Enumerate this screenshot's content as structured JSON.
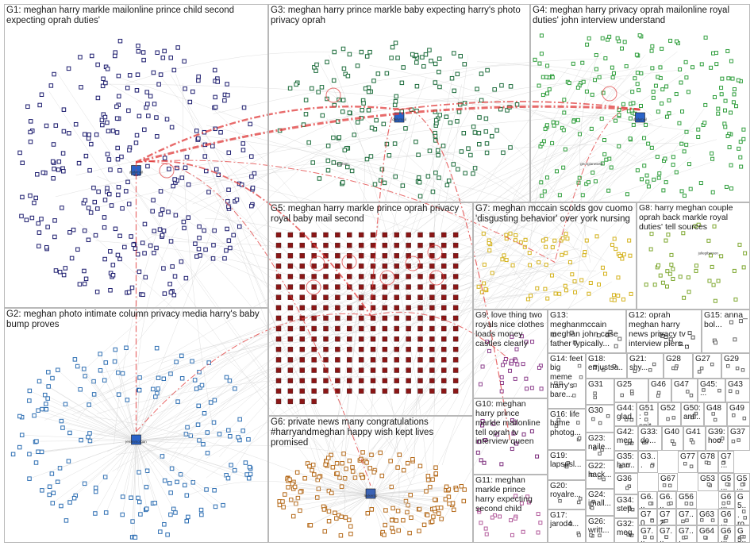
{
  "graph": {
    "groups": [
      {
        "id": "G1",
        "label": "G1: meghan harry markle mailonline prince child second expecting oprah duties'",
        "color": "#1c1c6e",
        "layout": "disc",
        "count": 300
      },
      {
        "id": "G2",
        "label": "G2: meghan photo intimate column privacy media harry's baby bump proves",
        "color": "#2e6fb3",
        "layout": "radial",
        "count": 170
      },
      {
        "id": "G3",
        "label": "G3: meghan harry prince markle baby expecting harry's photo privacy oprah",
        "color": "#1b6b3a",
        "layout": "disc",
        "count": 180
      },
      {
        "id": "G4",
        "label": "G4: meghan harry privacy oprah mailonline royal duties' john interview understand",
        "color": "#2f9e3c",
        "layout": "spread",
        "count": 220
      },
      {
        "id": "G5",
        "label": "G5: meghan harry markle prince oprah privacy royal baby mail second",
        "color": "#8b1616",
        "layout": "grid",
        "count": 260
      },
      {
        "id": "G6",
        "label": "G6: private news many congratulations #harryandmeghan happy wish kept lives promised",
        "color": "#b56a1a",
        "layout": "radial",
        "count": 160
      },
      {
        "id": "G7",
        "label": "G7: meghan mccain scolds gov cuomo 'disgusting behavior' over york nursing",
        "color": "#d4b21c",
        "layout": "spread",
        "count": 80
      },
      {
        "id": "G8",
        "label": "G8: harry meghan couple oprah back markle royal duties' tell sources",
        "color": "#7da72e",
        "layout": "spread",
        "count": 40
      },
      {
        "id": "G9",
        "label": "G9: love thing two royals nice clothes loads money castles clearly",
        "color": "#8c3f8c",
        "layout": "spread",
        "count": 30
      },
      {
        "id": "G10",
        "label": "G10: meghan harry prince markle mailonline tell oprah tv interview queen",
        "color": "#7a2a7a",
        "layout": "spread",
        "count": 18
      },
      {
        "id": "G11",
        "label": "G11: meghan markle prince harry expecting second child",
        "color": "#b35c9c",
        "layout": "spread",
        "count": 20
      },
      {
        "id": "G12",
        "label": "G12: oprah meghan harry news privacy tv interview piers...",
        "color": "#555555",
        "layout": "spread",
        "count": 8
      },
      {
        "id": "G13",
        "label": "G13: meghanmccain meghan john case father typically...",
        "color": "#666666",
        "layout": "spread",
        "count": 8
      },
      {
        "id": "G14",
        "label": "G14: feet big meme harry's bare...",
        "color": "#777777",
        "layout": "spread",
        "count": 6
      },
      {
        "id": "G15",
        "label": "G15: anna_ bol...",
        "color": "#666666",
        "layout": "spread",
        "count": 5
      },
      {
        "id": "G16",
        "label": "G16: life bame photog...",
        "color": "#666666",
        "layout": "spread",
        "count": 5
      },
      {
        "id": "G17",
        "label": "G17: jarod4...",
        "color": "#666666",
        "layout": "spread",
        "count": 3
      },
      {
        "id": "G18",
        "label": "G18: errjustsa...",
        "color": "#666666",
        "layout": "spread",
        "count": 4
      },
      {
        "id": "G19",
        "label": "G19: lapsusl...",
        "color": "#666666",
        "layout": "spread",
        "count": 3
      },
      {
        "id": "G20",
        "label": "G20: royalre...",
        "color": "#666666",
        "layout": "spread",
        "count": 3
      },
      {
        "id": "G21",
        "label": "G21: shy...",
        "color": "#666666",
        "layout": "spread",
        "count": 3
      },
      {
        "id": "G22",
        "label": "G22: hack...",
        "color": "#666666",
        "layout": "spread",
        "count": 3
      },
      {
        "id": "G23",
        "label": "G23: naile...",
        "color": "#666666",
        "layout": "spread",
        "count": 3
      },
      {
        "id": "G24",
        "label": "G24: imall...",
        "color": "#666666",
        "layout": "spread",
        "count": 3
      },
      {
        "id": "G25",
        "label": "G25",
        "color": "#666666",
        "layout": "spread",
        "count": 3
      },
      {
        "id": "G26",
        "label": "G26: writt...",
        "color": "#666666",
        "layout": "spread",
        "count": 3
      },
      {
        "id": "G27",
        "label": "G27",
        "color": "#666666",
        "layout": "spread",
        "count": 3
      },
      {
        "id": "G28",
        "label": "G28",
        "color": "#666666",
        "layout": "spread",
        "count": 3
      },
      {
        "id": "G29",
        "label": "G29",
        "color": "#666666",
        "layout": "spread",
        "count": 3
      },
      {
        "id": "G30",
        "label": "G30",
        "color": "#666666",
        "layout": "spread",
        "count": 3
      },
      {
        "id": "G31",
        "label": "G31",
        "color": "#666666",
        "layout": "spread",
        "count": 2
      },
      {
        "id": "G32",
        "label": "G32: meg...",
        "color": "#666666",
        "layout": "spread",
        "count": 2
      },
      {
        "id": "G33",
        "label": "G33: do...",
        "color": "#666666",
        "layout": "spread",
        "count": 2
      },
      {
        "id": "G34",
        "label": "G34: step...",
        "color": "#666666",
        "layout": "spread",
        "count": 2
      },
      {
        "id": "G35",
        "label": "G35: harr...",
        "color": "#666666",
        "layout": "spread",
        "count": 2
      },
      {
        "id": "G36",
        "label": "G36",
        "color": "#666666",
        "layout": "spread",
        "count": 2
      },
      {
        "id": "G37",
        "label": "G37",
        "color": "#666666",
        "layout": "spread",
        "count": 2
      },
      {
        "id": "G38",
        "label": "G3... wo...",
        "color": "#666666",
        "layout": "spread",
        "count": 2
      },
      {
        "id": "G39",
        "label": "G39: hoo...",
        "color": "#666666",
        "layout": "spread",
        "count": 2
      },
      {
        "id": "G40",
        "label": "G40",
        "color": "#666666",
        "layout": "spread",
        "count": 2
      },
      {
        "id": "G41",
        "label": "G41",
        "color": "#666666",
        "layout": "spread",
        "count": 2
      },
      {
        "id": "G42",
        "label": "G42: meg...",
        "color": "#666666",
        "layout": "spread",
        "count": 2
      },
      {
        "id": "G43",
        "label": "G43",
        "color": "#666666",
        "layout": "spread",
        "count": 2
      },
      {
        "id": "G44",
        "label": "G44: glad...",
        "color": "#666666",
        "layout": "spread",
        "count": 2
      },
      {
        "id": "G45",
        "label": "G45: ...",
        "color": "#666666",
        "layout": "spread",
        "count": 2
      },
      {
        "id": "G46",
        "label": "G46",
        "color": "#666666",
        "layout": "spread",
        "count": 2
      },
      {
        "id": "G47",
        "label": "G47",
        "color": "#666666",
        "layout": "spread",
        "count": 2
      },
      {
        "id": "G48",
        "label": "G48",
        "color": "#666666",
        "layout": "spread",
        "count": 2
      },
      {
        "id": "G49",
        "label": "G49",
        "color": "#666666",
        "layout": "spread",
        "count": 2
      },
      {
        "id": "G50",
        "label": "G50: anti...",
        "color": "#666666",
        "layout": "spread",
        "count": 2
      },
      {
        "id": "G51",
        "label": "G51: spit...",
        "color": "#666666",
        "layout": "spread",
        "count": 2
      },
      {
        "id": "G52",
        "label": "G52",
        "color": "#666666",
        "layout": "spread",
        "count": 2
      },
      {
        "id": "G53",
        "label": "G53",
        "color": "#666666",
        "layout": "spread",
        "count": 2
      },
      {
        "id": "G54",
        "label": "G5...",
        "color": "#666666",
        "layout": "spread",
        "count": 2
      },
      {
        "id": "G55",
        "label": "G5...",
        "color": "#666666",
        "layout": "spread",
        "count": 2
      },
      {
        "id": "G56",
        "label": "G56",
        "color": "#666666",
        "layout": "spread",
        "count": 2
      },
      {
        "id": "G57",
        "label": "G5... ro...",
        "color": "#666666",
        "layout": "spread",
        "count": 2
      },
      {
        "id": "G58",
        "label": "G5... ti...",
        "color": "#666666",
        "layout": "spread",
        "count": 2
      },
      {
        "id": "G60",
        "label": "G6... wa...",
        "color": "#666666",
        "layout": "spread",
        "count": 2
      },
      {
        "id": "G61",
        "label": "G6...",
        "color": "#666666",
        "layout": "spread",
        "count": 2
      },
      {
        "id": "G62",
        "label": "G6...",
        "color": "#666666",
        "layout": "spread",
        "count": 2
      },
      {
        "id": "G63",
        "label": "G63",
        "color": "#666666",
        "layout": "spread",
        "count": 2
      },
      {
        "id": "G64",
        "label": "G64",
        "color": "#666666",
        "layout": "spread",
        "count": 2
      },
      {
        "id": "G65",
        "label": "G6...",
        "color": "#666666",
        "layout": "spread",
        "count": 2
      },
      {
        "id": "G66",
        "label": "G6...",
        "color": "#666666",
        "layout": "spread",
        "count": 2
      },
      {
        "id": "G67",
        "label": "G67",
        "color": "#666666",
        "layout": "spread",
        "count": 2
      },
      {
        "id": "G70",
        "label": "G70",
        "color": "#666666",
        "layout": "spread",
        "count": 2
      },
      {
        "id": "G71",
        "label": "G7...",
        "color": "#666666",
        "layout": "spread",
        "count": 2
      },
      {
        "id": "G72",
        "label": "G72",
        "color": "#666666",
        "layout": "spread",
        "count": 2
      },
      {
        "id": "G73",
        "label": "G7...",
        "color": "#666666",
        "layout": "spread",
        "count": 2
      },
      {
        "id": "G74",
        "label": "G7...",
        "color": "#666666",
        "layout": "spread",
        "count": 2
      },
      {
        "id": "G75",
        "label": "G7...",
        "color": "#666666",
        "layout": "spread",
        "count": 2
      },
      {
        "id": "G76",
        "label": "G7...",
        "color": "#666666",
        "layout": "spread",
        "count": 2
      },
      {
        "id": "G77",
        "label": "G77",
        "color": "#666666",
        "layout": "spread",
        "count": 2
      },
      {
        "id": "G78",
        "label": "G78",
        "color": "#666666",
        "layout": "spread",
        "count": 2
      }
    ],
    "node_labels": [
      {
        "group": "G1",
        "text": "dailymail",
        "kind": "hub"
      },
      {
        "group": "G2",
        "text": "jeremmorgan",
        "kind": "hub"
      },
      {
        "group": "G3",
        "text": "dailymail",
        "kind": "hub"
      },
      {
        "group": "G3",
        "text": "meghan",
        "kind": "node"
      },
      {
        "group": "G4",
        "text": "dailymail",
        "kind": "hub"
      },
      {
        "group": "G4",
        "text": "georgianewsw",
        "kind": "node"
      },
      {
        "group": "G6",
        "text": "luvkemp",
        "kind": "hub"
      },
      {
        "group": "G8",
        "text": "juliegiberson_",
        "kind": "node"
      }
    ],
    "edges": [
      {
        "from": "G3",
        "to": "G1",
        "weight": 4
      },
      {
        "from": "G4",
        "to": "G1",
        "weight": 5
      },
      {
        "from": "G4",
        "to": "G3",
        "weight": 3
      },
      {
        "from": "G1",
        "to": "G5",
        "weight": 3
      },
      {
        "from": "G3",
        "to": "G5",
        "weight": 2
      },
      {
        "from": "G1",
        "to": "G2",
        "weight": 2
      },
      {
        "from": "G3",
        "to": "G10",
        "weight": 2
      },
      {
        "from": "G1",
        "to": "G7",
        "weight": 1
      },
      {
        "from": "G4",
        "to": "G7",
        "weight": 1
      },
      {
        "from": "G1",
        "to": "G6",
        "weight": 1
      },
      {
        "from": "G2",
        "to": "G5",
        "weight": 1
      },
      {
        "from": "G5",
        "to": "G9",
        "weight": 1
      }
    ],
    "colors": {
      "edge_gray": "#c9c9c9",
      "edge_red": "#e03a3a",
      "border": "#b8b8b8",
      "label": "#1a1a1a"
    }
  }
}
